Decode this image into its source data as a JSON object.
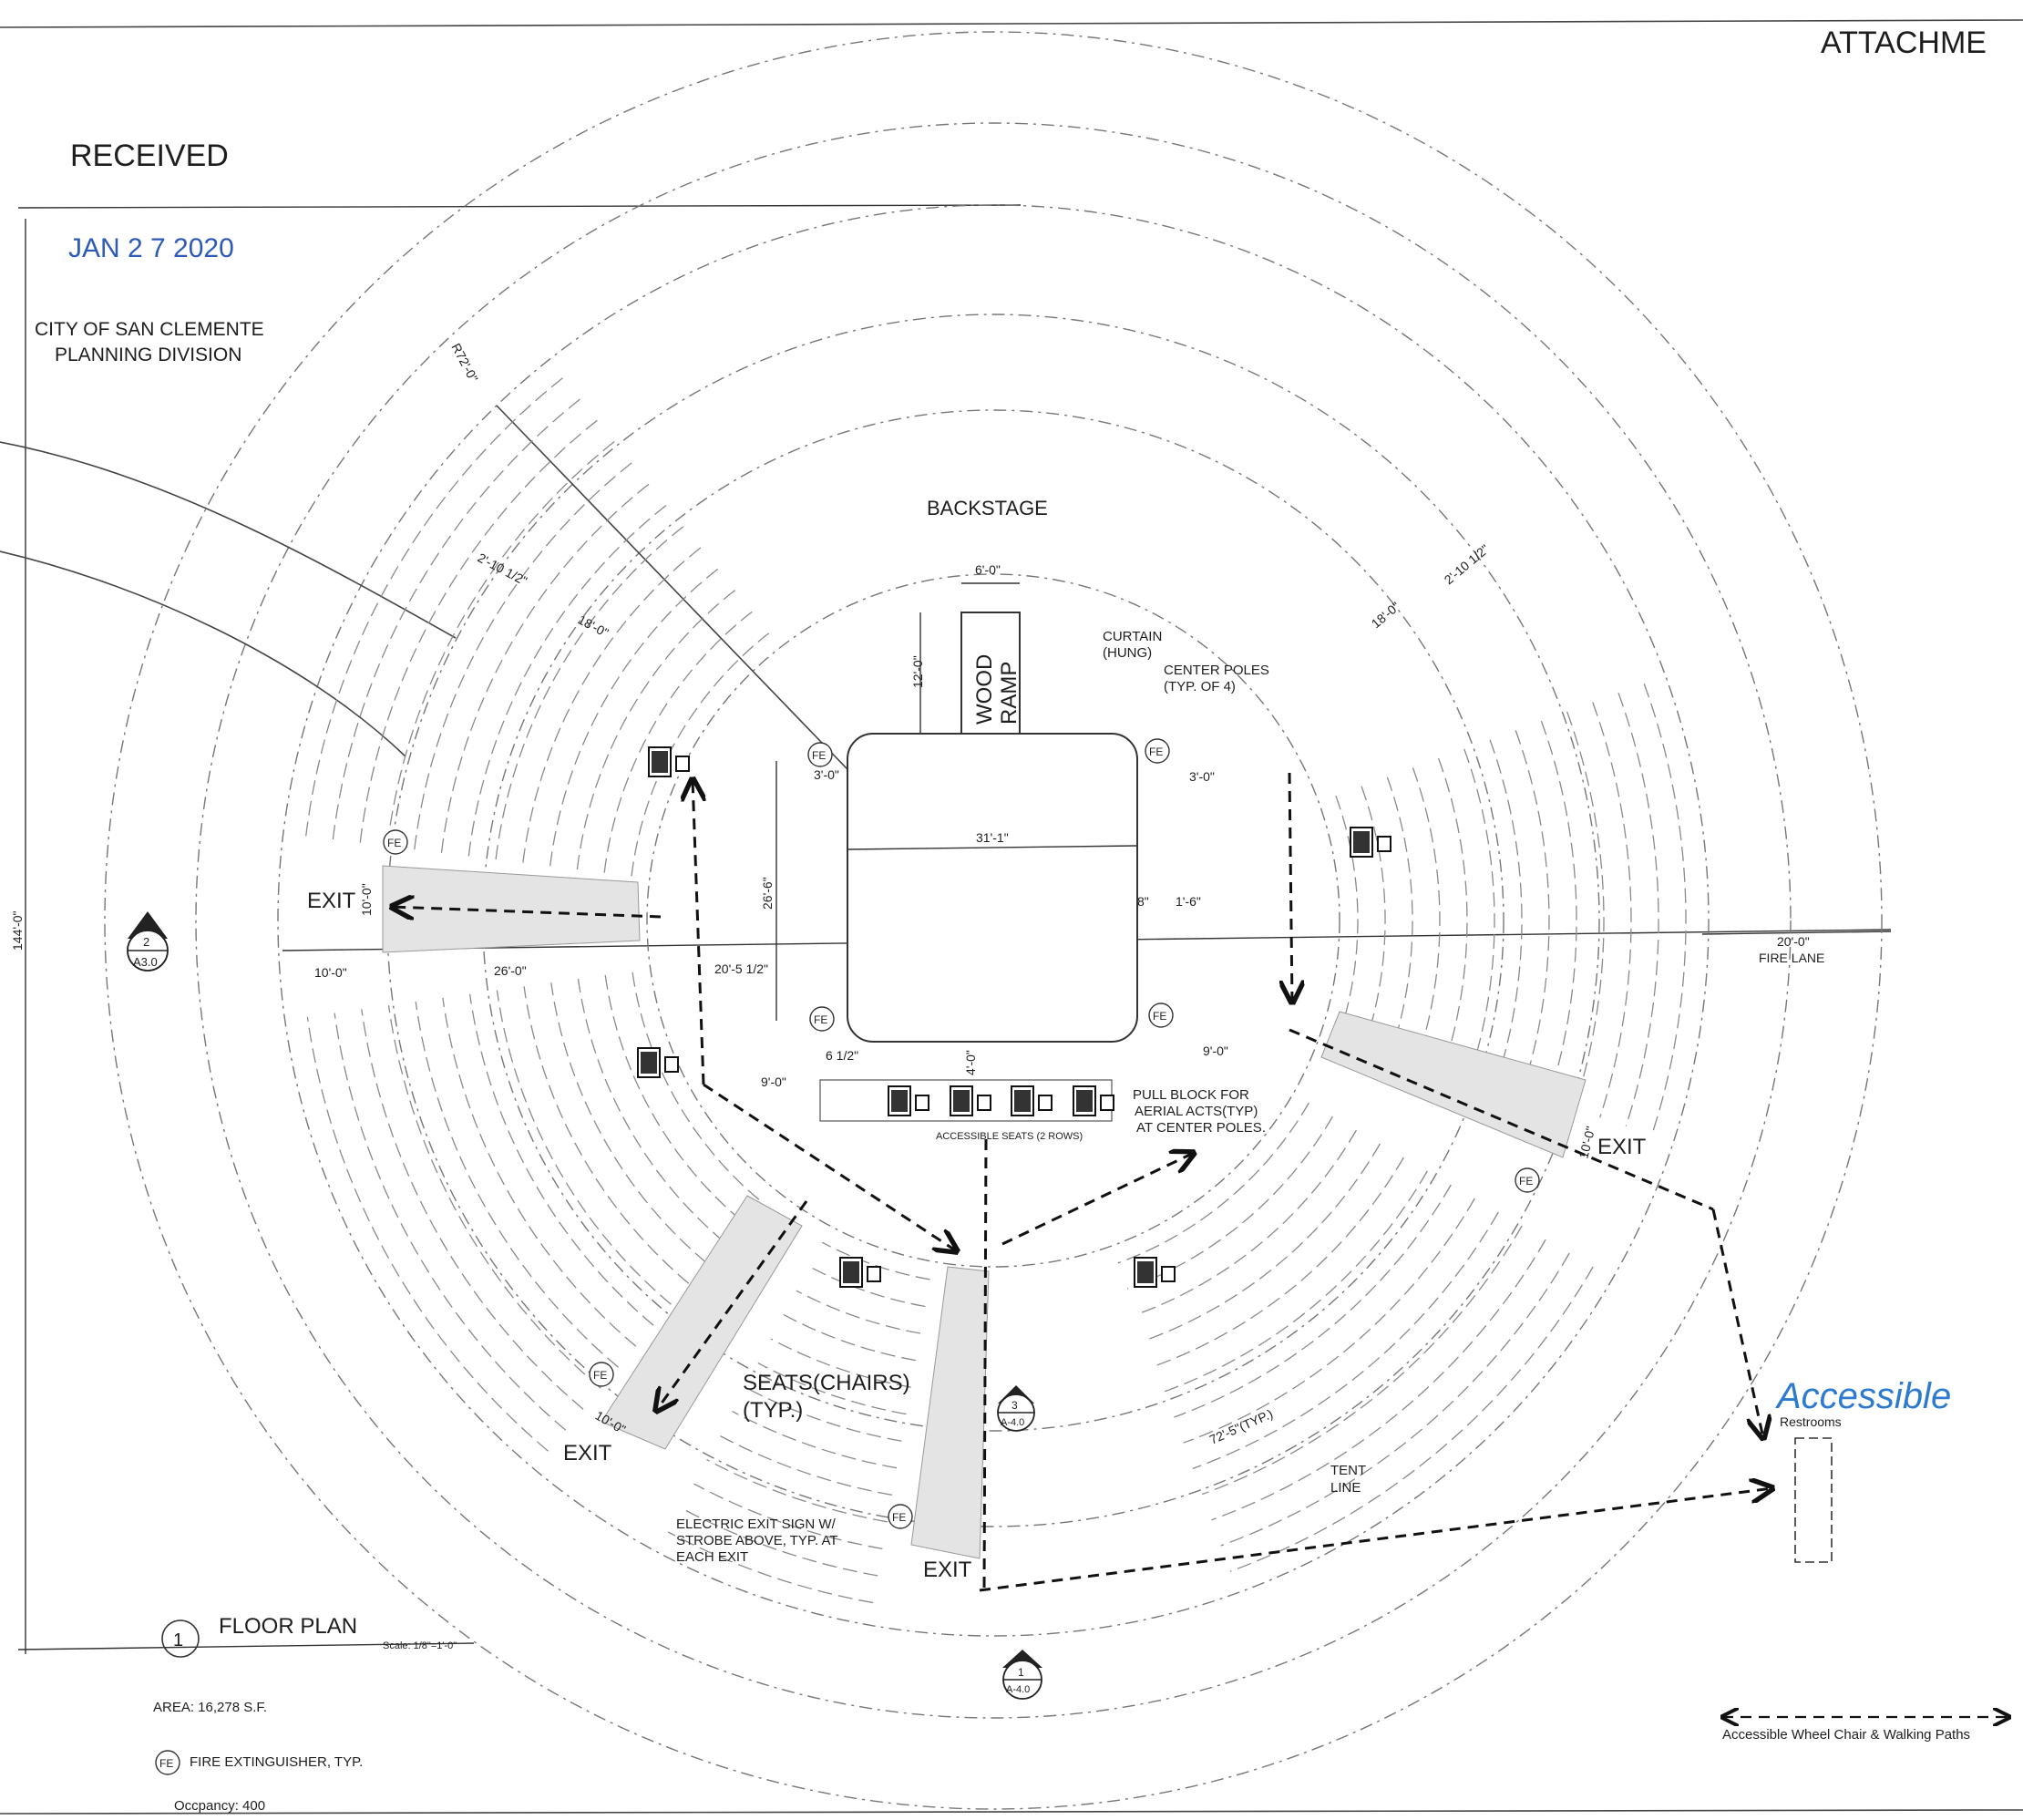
{
  "header": {
    "attachment": "ATTACHME"
  },
  "stamp": {
    "received": "RECEIVED",
    "date": "JAN 2 7 2020",
    "city": "CITY OF SAN CLEMENTE",
    "division": "PLANNING DIVISION"
  },
  "zones": {
    "backstage": "BACKSTAGE",
    "wood_ramp_1": "WOOD",
    "wood_ramp_2": "RAMP",
    "seats": "SEATS(CHAIRS)",
    "seats_typ": "(TYP.)",
    "accessible_seats": "ACCESSIBLE SEATS (2 ROWS)",
    "fire_lane_dim": "20'-0\"",
    "fire_lane": "FIRE LANE"
  },
  "exits": {
    "label": "EXIT",
    "fe": "FE"
  },
  "notes": {
    "curtain_1": "CURTAIN",
    "curtain_2": "(HUNG)",
    "center_poles_1": "CENTER POLES",
    "center_poles_2": "(TYP. OF 4)",
    "pull_block_1": "PULL BLOCK FOR",
    "pull_block_2": "AERIAL ACTS(TYP)",
    "pull_block_3": "AT CENTER POLES.",
    "exit_sign_1": "ELECTRIC EXIT SIGN W/",
    "exit_sign_2": "STROBE ABOVE, TYP. AT",
    "exit_sign_3": "EACH EXIT",
    "tent_line_1": "TENT",
    "tent_line_2": "LINE"
  },
  "dimensions": {
    "radius": "R72'-0\"",
    "d_2_10_half": "2'-10 1/2\"",
    "d_18": "18'-0\"",
    "d_6": "6'-0\"",
    "d_12": "12'-0\"",
    "d_3": "3'-0\"",
    "d_31_1": "31'-1\"",
    "d_26_6": "26'-6\"",
    "d_8": "8\"",
    "d_1_6": "1'-6\"",
    "d_10": "10'-0\"",
    "d_26": "26'-0\"",
    "d_20_5": "20'-5 1/2\"",
    "d_6_half": "6 1/2\"",
    "d_4": "4'-0\"",
    "d_9": "9'-0\"",
    "d_144": "144'-0\"",
    "d_72_5": "72'-5\"(TYP.)"
  },
  "section_marks": {
    "m1_num": "2",
    "m1_ref": "A3.0",
    "m2_num": "3",
    "m2_ref": "A-4.0",
    "m3_num": "1",
    "m3_ref": "A-4.0"
  },
  "title_block": {
    "number": "1",
    "title": "FLOOR PLAN",
    "scale": "Scale: 1/8\"=1'-0\""
  },
  "legend": {
    "area": "AREA: 16,278 S.F.",
    "fe_symbol": "FE",
    "fe_text": "FIRE EXTINGUISHER, TYP.",
    "occupancy": "Occpancy: 400",
    "path_text": "Accessible Wheel Chair & Walking Paths"
  },
  "restrooms": {
    "handwritten": "Accessible",
    "label": "Restrooms"
  }
}
